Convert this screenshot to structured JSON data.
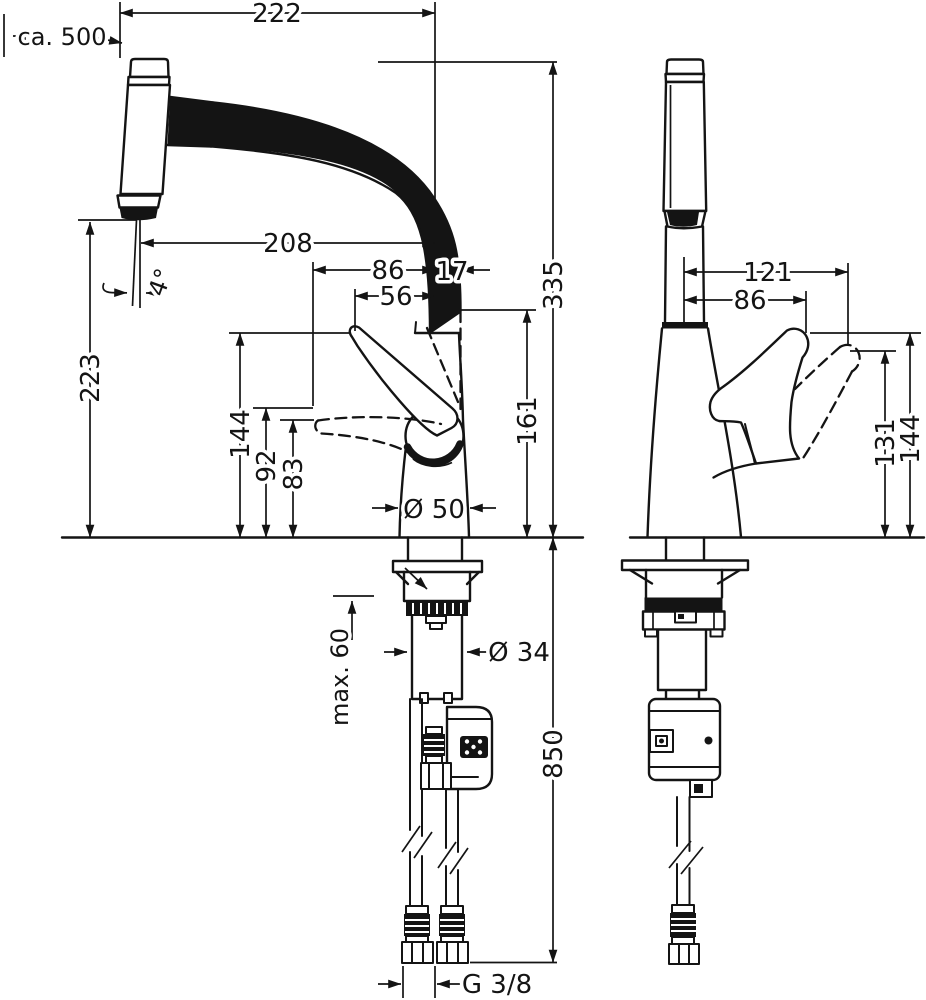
{
  "diagram": {
    "kind": "dimensioned technical drawing, faucet with pull-out spray, two views",
    "units": "mm",
    "side_view": {
      "hose_pullout_length": "ca. 500",
      "overall_depth": "222",
      "spout_reach": "208",
      "head_to_axis": "86",
      "axis_to_front": "17",
      "lever_to_axis": "56",
      "spray_angle": "4°",
      "outlet_height": "223",
      "lever_up_height": "144",
      "pivot_height": "92",
      "lever_down_height": "83",
      "spout_underside_height": "161",
      "overall_height": "335",
      "base_diameter": "Ø 50",
      "max_deck_thickness": "max. 60",
      "shank_diameter": "Ø 34",
      "hose_length_below": "850",
      "connection_thread": "G 3/8"
    },
    "front_view": {
      "handle_reach": "121",
      "handle_grip": "86",
      "lever_down_height": "131",
      "lever_up_height": "144"
    }
  }
}
